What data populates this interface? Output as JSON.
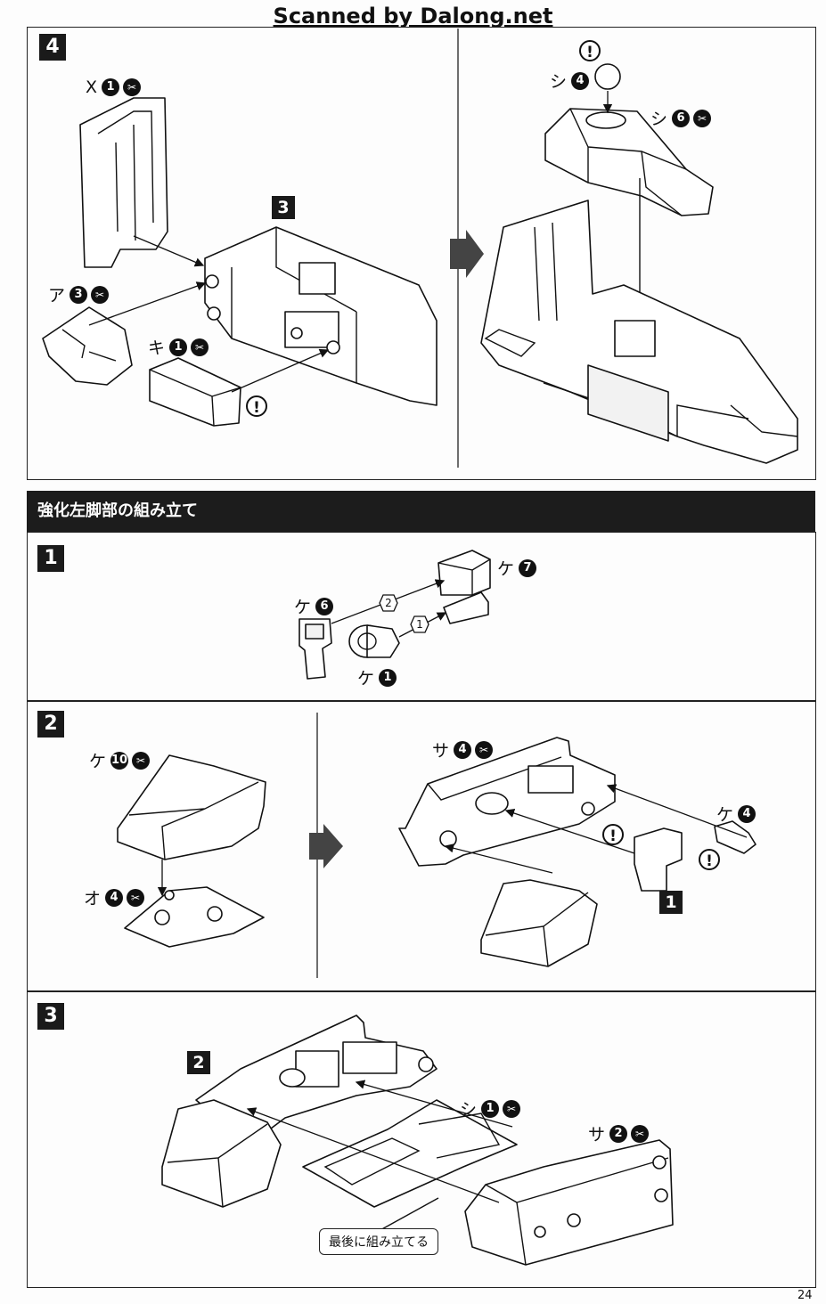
{
  "watermark": "Scanned by Dalong.net",
  "page_number": "24",
  "section_title": "強化左脚部の組み立て",
  "steps": {
    "top": "4",
    "s1": "1",
    "s2": "2",
    "s3": "3"
  },
  "sub_refs": {
    "top_sub": "3",
    "s2_sub": "1",
    "s3_sub": "2"
  },
  "labels": {
    "x1": {
      "part": "X",
      "num": "1"
    },
    "a3": {
      "part": "ア",
      "num": "3"
    },
    "ki1": {
      "part": "キ",
      "num": "1"
    },
    "shi4": {
      "part": "シ",
      "num": "4"
    },
    "shi6": {
      "part": "シ",
      "num": "6"
    },
    "ke6": {
      "part": "ケ",
      "num": "6"
    },
    "ke7": {
      "part": "ケ",
      "num": "7"
    },
    "ke1": {
      "part": "ケ",
      "num": "1"
    },
    "ke10": {
      "part": "ケ",
      "num": "10"
    },
    "o4": {
      "part": "オ",
      "num": "4"
    },
    "sa4": {
      "part": "サ",
      "num": "4"
    },
    "ke4": {
      "part": "ケ",
      "num": "4"
    },
    "shi1": {
      "part": "シ",
      "num": "1"
    },
    "sa2": {
      "part": "サ",
      "num": "2"
    }
  },
  "order_marks": [
    "2",
    "1"
  ],
  "warning_symbol": "!",
  "cut_symbol": "✂",
  "note": "最後に組み立てる"
}
